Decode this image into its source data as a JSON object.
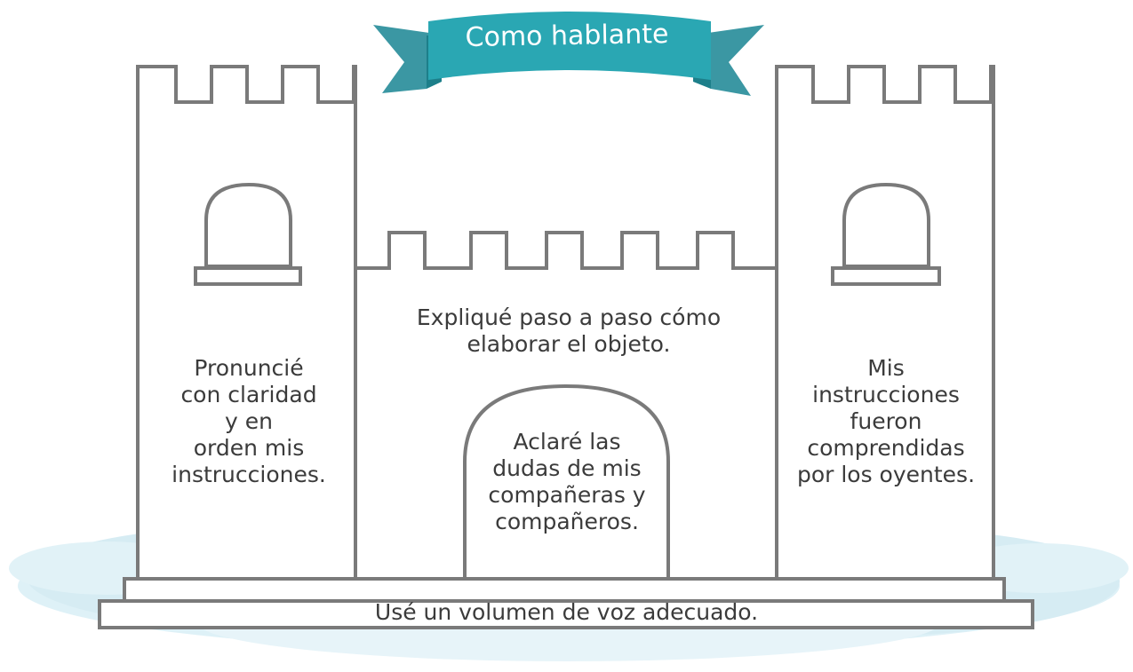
{
  "banner": {
    "title": "Como hablante"
  },
  "castle": {
    "left_tower_text": "Pronuncié\ncon claridad\ny en\norden mis\ninstrucciones.",
    "right_tower_text": "Mis\ninstrucciones\nfueron\ncomprendidas\npor los oyentes.",
    "center_wall_text": "Expliqué paso a paso cómo\nelaborar el objeto.",
    "door_text": "Aclaré las\ndudas de mis\ncompañeras y\ncompañeros.",
    "base_text": "Usé un volumen de voz adecuado."
  },
  "colors": {
    "outline": "#7a7a7a",
    "banner_main": "#2aa7b3",
    "banner_dark": "#1d7f8a",
    "banner_tail": "#3b97a3",
    "watercolor": "#d4ecf4"
  }
}
